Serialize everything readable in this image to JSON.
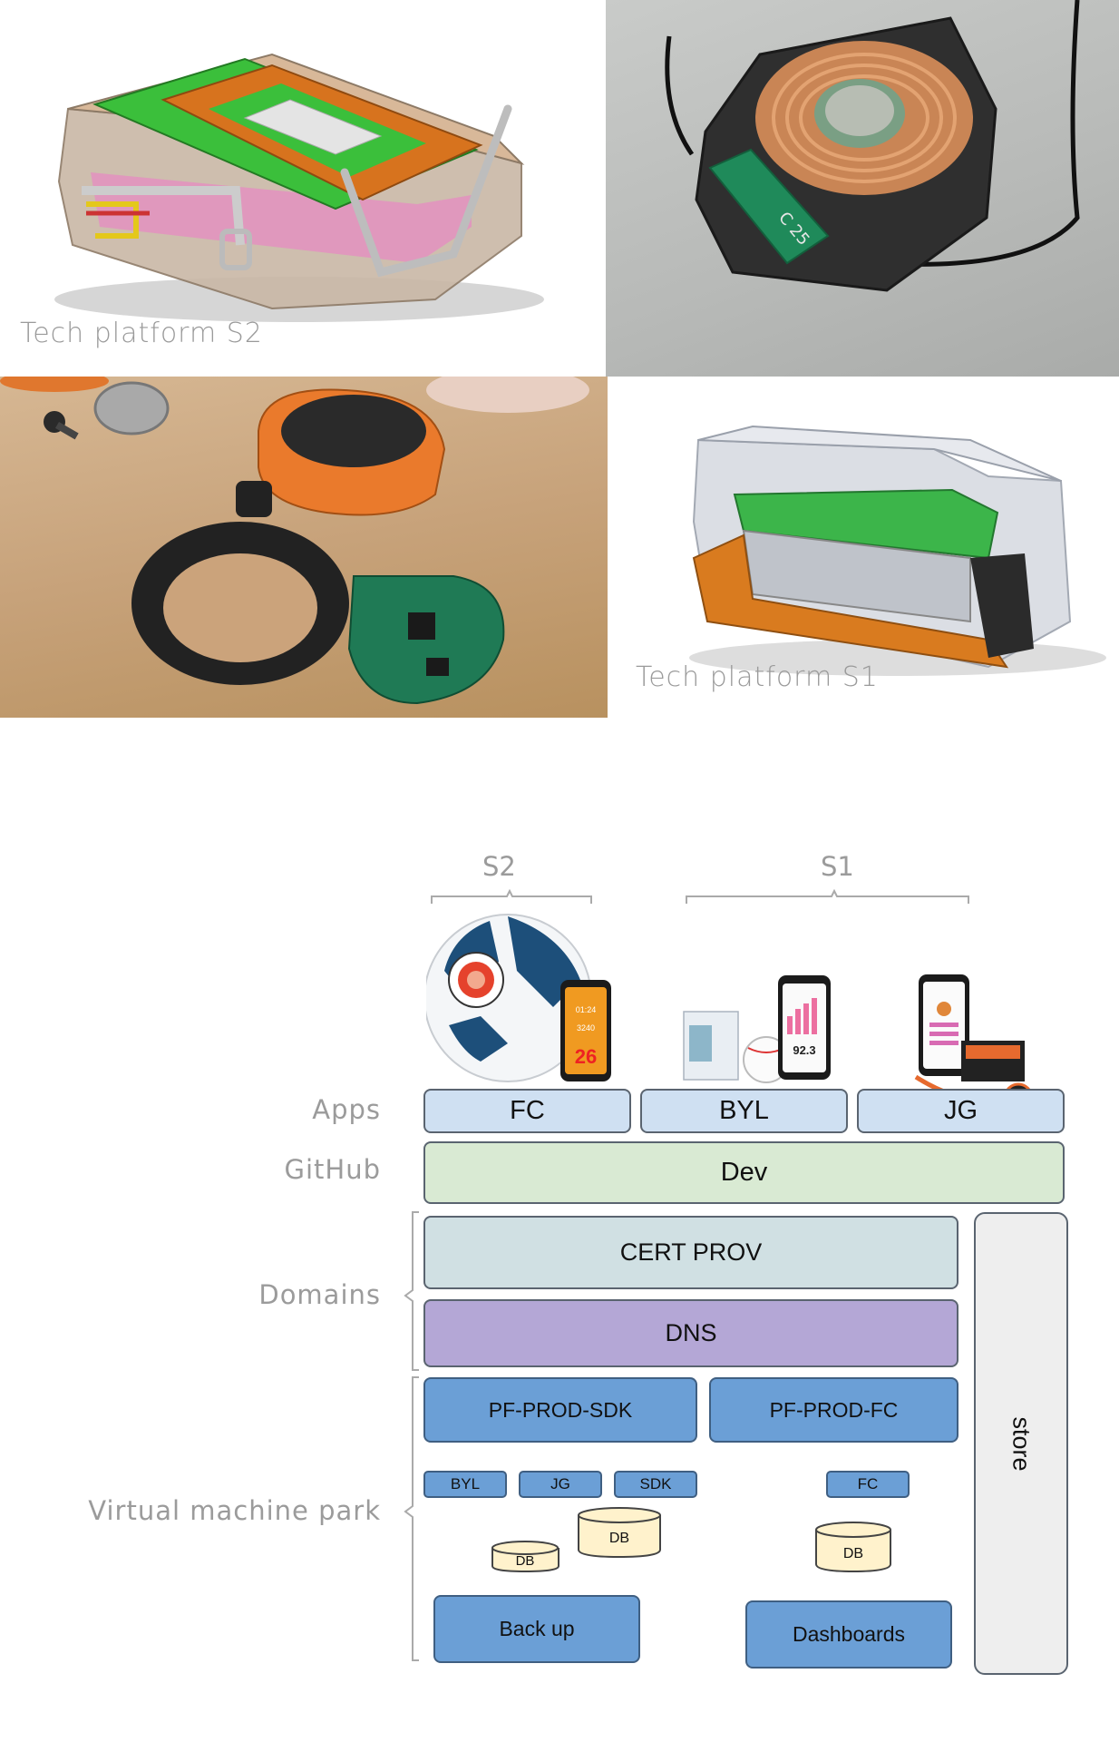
{
  "captions": {
    "s2": "Tech platform S2",
    "s1": "Tech platform S1"
  },
  "diagram": {
    "groups": {
      "s2": "S2",
      "s1": "S1"
    },
    "layers": {
      "apps": "Apps",
      "github": "GitHub",
      "domains": "Domains",
      "vm_park": "Virtual machine park"
    },
    "apps": {
      "fc": "FC",
      "byl": "BYL",
      "jg": "JG"
    },
    "dev": "Dev",
    "cert_prov": "CERT PROV",
    "dns": "DNS",
    "store": "store",
    "vm": {
      "pf_prod_sdk": "PF-PROD-SDK",
      "pf_prod_fc": "PF-PROD-FC",
      "byl": "BYL",
      "jg": "JG",
      "sdk": "SDK",
      "fc": "FC",
      "db": "DB",
      "backup": "Back up",
      "dashboards": "Dashboards"
    },
    "device_screen": {
      "time": "01:24",
      "count": "3240",
      "big": "26"
    },
    "byl_screen": "92.3"
  },
  "colors": {
    "apps": "#cfe0f2",
    "dev": "#d9ead3",
    "cert_prov": "#d0e0e3",
    "dns": "#b4a7d6",
    "vm": "#6b9fd6",
    "db": "#fff2cc",
    "store": "#eeeeee"
  }
}
